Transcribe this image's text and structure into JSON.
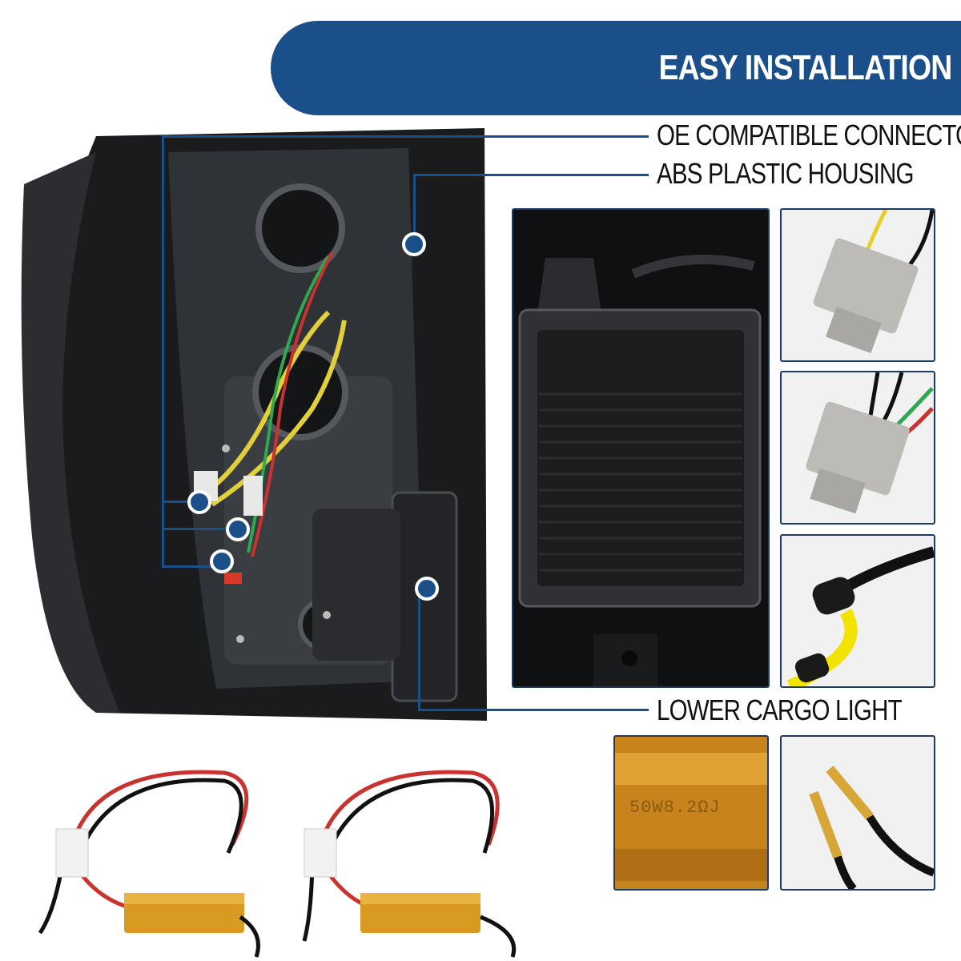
{
  "banner": {
    "title": "EASY INSTALLATION"
  },
  "callouts": {
    "connectors": "OE COMPATIBLE CONNECTORS",
    "housing": "ABS PLASTIC HOUSING",
    "cargo": "LOWER CARGO LIGHT"
  },
  "resistor_marking": "50W8.2ΩJ",
  "colors": {
    "accent": "#1b4f8a",
    "panel_border": "#1b3a66",
    "resistor_gold": "#d99a22"
  }
}
